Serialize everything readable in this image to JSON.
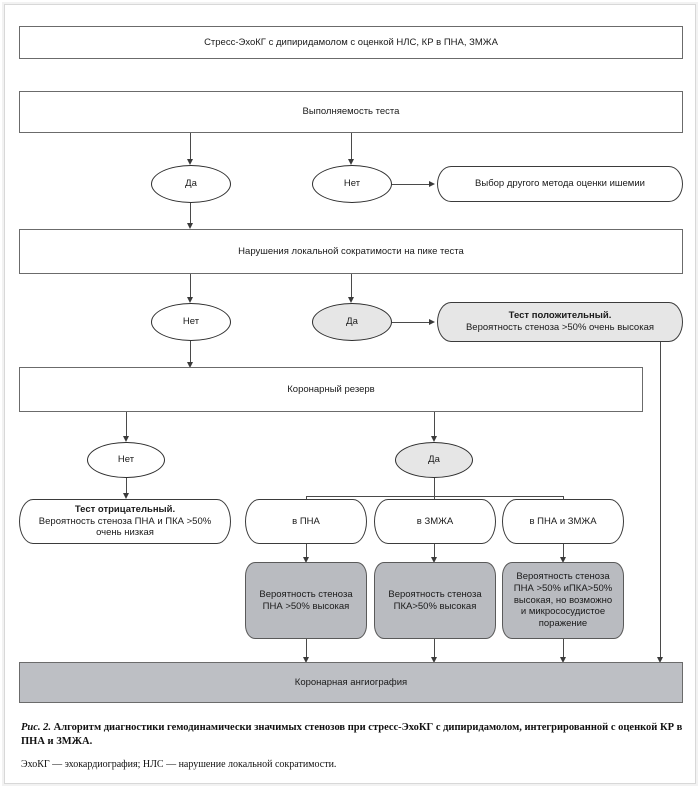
{
  "figure": {
    "caption_label": "Рис. 2.",
    "caption_text": " Алгоритм диагностики гемодинамически значимых стенозов при стресс-ЭхоКГ с дипиридамолом, интегрированной с оценкой КР в ПНА и ЗМЖА.",
    "footnote": "ЭхоКГ — эхокардиография; НЛС — нарушение локальной сократимости."
  },
  "colors": {
    "frame_border": "#d8d8d8",
    "node_border": "#6b6b6b",
    "line": "#4a4a4a",
    "shade_light": "#e6e6e6",
    "shade_dark": "#b9bbc0",
    "result_box": "#bdbfc4"
  },
  "nodes": {
    "start": "Стресс-ЭхоКГ с дипиридамолом с оценкой НЛС, КР в ПНА, ЗМЖА",
    "feasibility": "Выполняемость теста",
    "feasibility_yes": "Да",
    "feasibility_no": "Нет",
    "alt_method": "Выбор другого метода оценки ишемии",
    "wall_motion": "Нарушения локальной сократимости на пике теста",
    "wall_motion_no": "Нет",
    "wall_motion_yes": "Да",
    "positive_title": "Тест положительный.",
    "positive_body": "Вероятность стеноза >50% очень высокая",
    "coronary_reserve": "Коронарный резерв",
    "cr_no": "Нет",
    "cr_yes": "Да",
    "negative_title": "Тест отрицательный.",
    "negative_body_1": "Вероятность стеноза ПНА и ПКА >50%",
    "negative_body_2": "очень низкая",
    "branch_lad": "в ПНА",
    "branch_pda": "в ЗМЖА",
    "branch_both": "в ПНА и ЗМЖА",
    "result_lad_1": "Вероятность стеноза",
    "result_lad_2": "ПНА >50% высокая",
    "result_pda_1": "Вероятность стеноза",
    "result_pda_2": "ПКА>50% высокая",
    "result_both_1": "Вероятность стеноза",
    "result_both_2": "ПНА >50% иПКА>50%",
    "result_both_3": "высокая, но возможно",
    "result_both_4": "и микрососудистое",
    "result_both_5": "поражение",
    "angiography": "Коронарная ангиография"
  }
}
